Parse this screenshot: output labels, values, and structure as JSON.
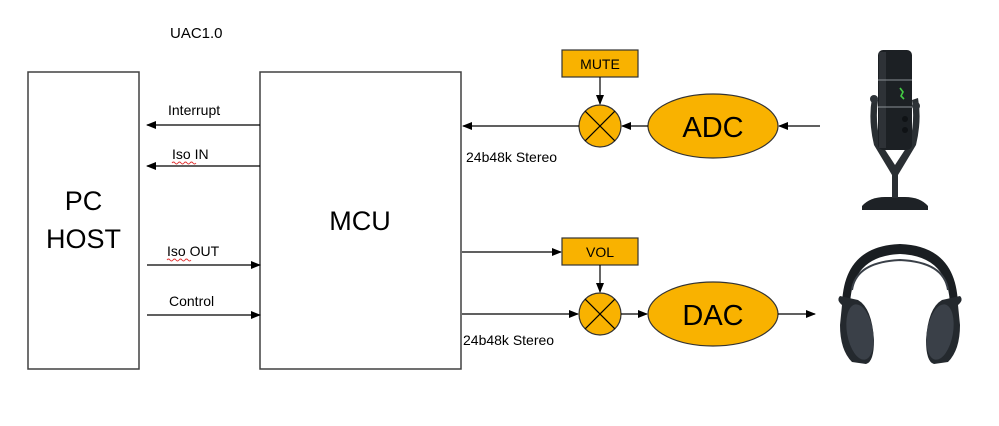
{
  "title": "UAC1.0",
  "colors": {
    "accent": "#F9B200",
    "line": "#000000",
    "box_border": "#404040"
  },
  "blocks": {
    "pc_host": {
      "line1": "PC",
      "line2": "HOST"
    },
    "mcu": {
      "label": "MCU"
    },
    "adc": {
      "label": "ADC"
    },
    "dac": {
      "label": "DAC"
    },
    "mute": {
      "label": "MUTE"
    },
    "vol": {
      "label": "VOL"
    }
  },
  "links": {
    "interrupt": {
      "label": "Interrupt",
      "direction": "MCU to PC HOST"
    },
    "iso_in": {
      "label": "Iso IN",
      "direction": "MCU to PC HOST"
    },
    "iso_out": {
      "label": "Iso OUT",
      "direction": "PC HOST to MCU"
    },
    "control": {
      "label": "Control",
      "direction": "PC HOST to MCU"
    }
  },
  "streams": {
    "capture": {
      "label": "24b48k Stereo"
    },
    "playback": {
      "label": "24b48k Stereo"
    }
  },
  "devices": {
    "microphone": {
      "icon": "microphone-icon"
    },
    "headphones": {
      "icon": "headphones-icon"
    }
  }
}
